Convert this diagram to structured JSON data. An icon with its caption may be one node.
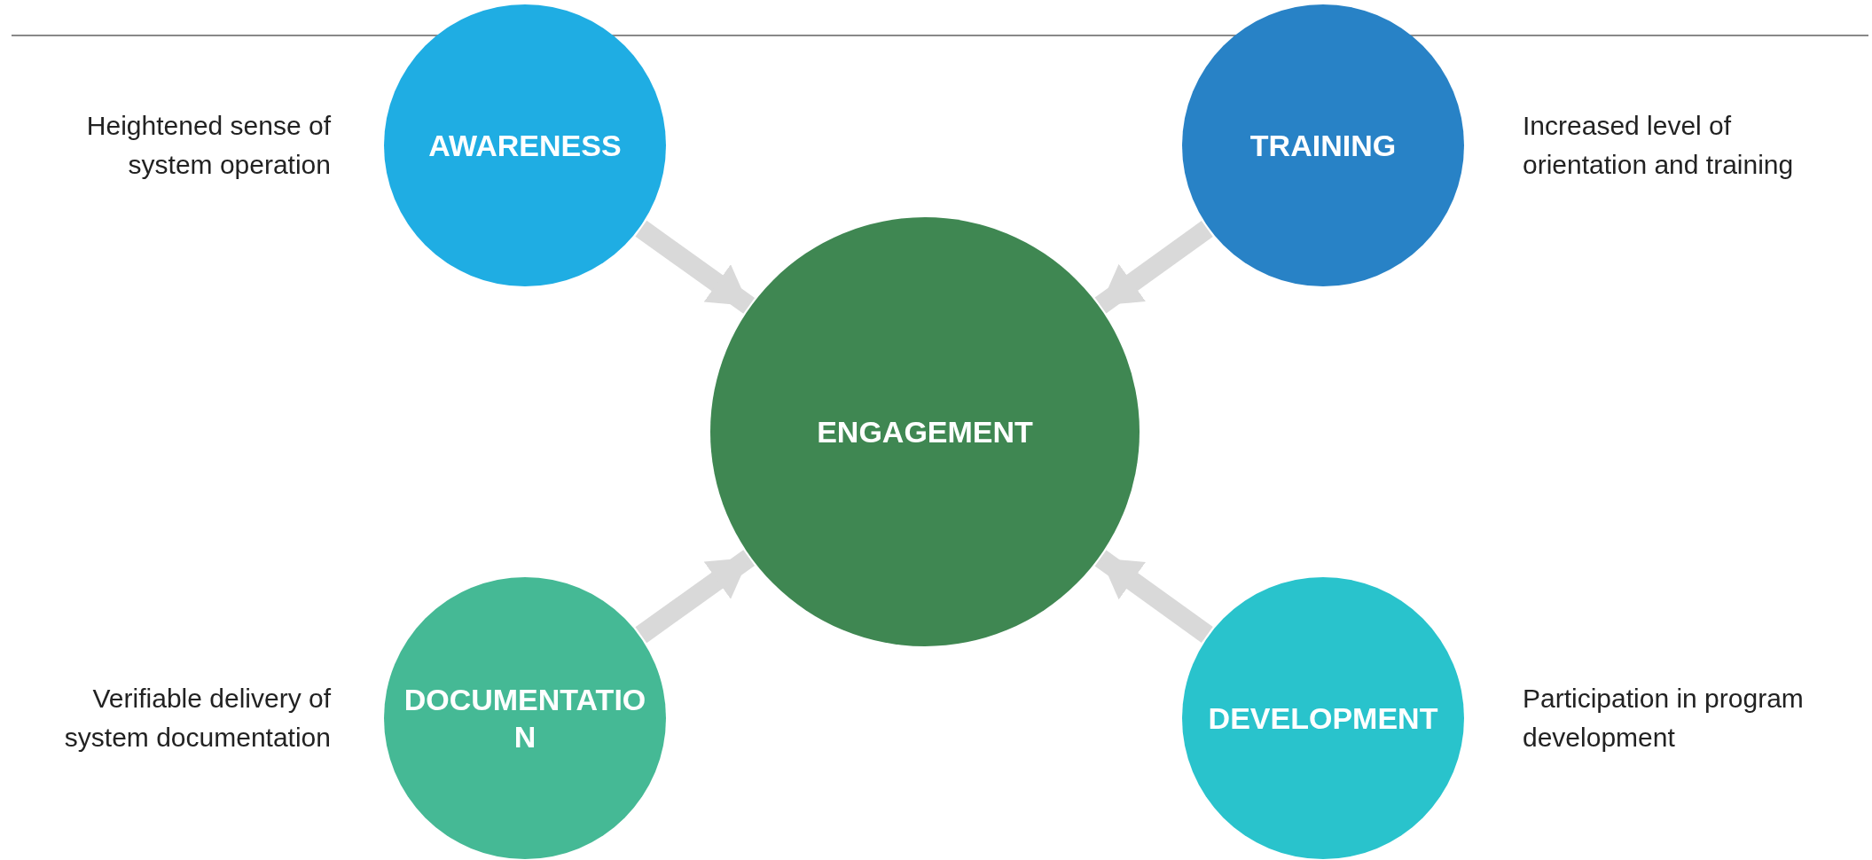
{
  "diagram": {
    "nodes": [
      {
        "text": [
          "AWARENESS"
        ],
        "beside": [
          "Heightened sense of system operation"
        ]
      },
      {
        "text": [
          "TRAINING"
        ],
        "beside": [
          "Increased level of orientation and training"
        ]
      },
      {
        "text": [
          "ENGAGEMENT"
        ]
      },
      {
        "text": [
          "DOCUMENTATION"
        ],
        "beside": [
          "Verifiable delivery of system documentation"
        ]
      },
      {
        "text": [
          "DEVELOPMENT"
        ],
        "beside": [
          "Participation in program development"
        ]
      }
    ],
    "edges": [
      {
        "from": 0,
        "to": 2,
        "arrow": "to"
      },
      {
        "from": 1,
        "to": 2,
        "arrow": "to"
      },
      {
        "from": 3,
        "to": 2,
        "arrow": "to"
      },
      {
        "from": 4,
        "to": 2,
        "arrow": "to"
      }
    ]
  }
}
